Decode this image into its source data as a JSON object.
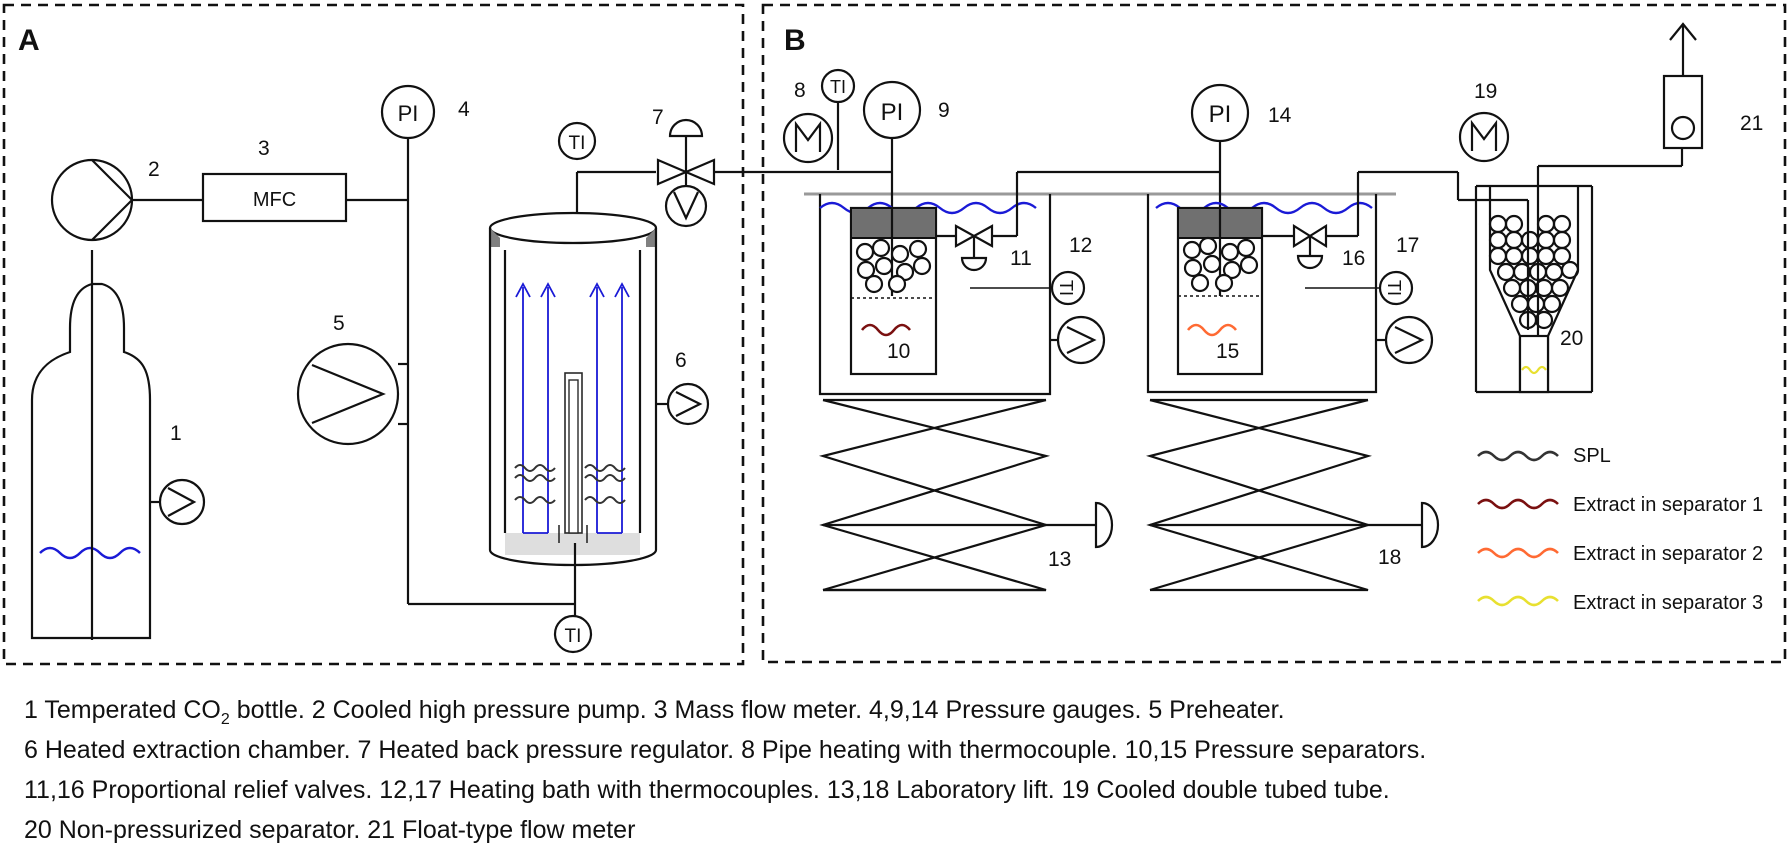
{
  "panels": {
    "a": "A",
    "b": "B"
  },
  "instruments": {
    "pi": "PI",
    "ti": "TI",
    "mfc": "MFC"
  },
  "numbers": {
    "n1": "1",
    "n2": "2",
    "n3": "3",
    "n4": "4",
    "n5": "5",
    "n6": "6",
    "n7": "7",
    "n8": "8",
    "n9": "9",
    "n10": "10",
    "n11": "11",
    "n12": "12",
    "n13": "13",
    "n14": "14",
    "n15": "15",
    "n16": "16",
    "n17": "17",
    "n18": "18",
    "n19": "19",
    "n20": "20",
    "n21": "21"
  },
  "legend": {
    "items": [
      {
        "label": "SPL",
        "color": "#333333"
      },
      {
        "label": "Extract in separator 1",
        "color": "#7a1010"
      },
      {
        "label": "Extract in separator 2",
        "color": "#ff6a33"
      },
      {
        "label": "Extract in separator 3",
        "color": "#e8e030"
      }
    ]
  },
  "colors": {
    "liquid": "#1a1ad6",
    "cap": "#707070",
    "chamber_floor": "#dedede"
  },
  "caption": {
    "line1_pre": "1 Temperated CO",
    "line1_sub": "2",
    "line1_post": " bottle. 2 Cooled high pressure pump. 3 Mass flow meter. 4,9,14 Pressure gauges. 5 Preheater.",
    "line2": "6 Heated extraction chamber. 7 Heated back pressure regulator. 8 Pipe heating with thermocouple. 10,15 Pressure separators.",
    "line3": "11,16 Proportional relief valves. 12,17 Heating bath with thermocouples. 13,18 Laboratory lift. 19 Cooled double tubed tube.",
    "line4": "20 Non-pressurized separator. 21 Float-type flow meter"
  }
}
